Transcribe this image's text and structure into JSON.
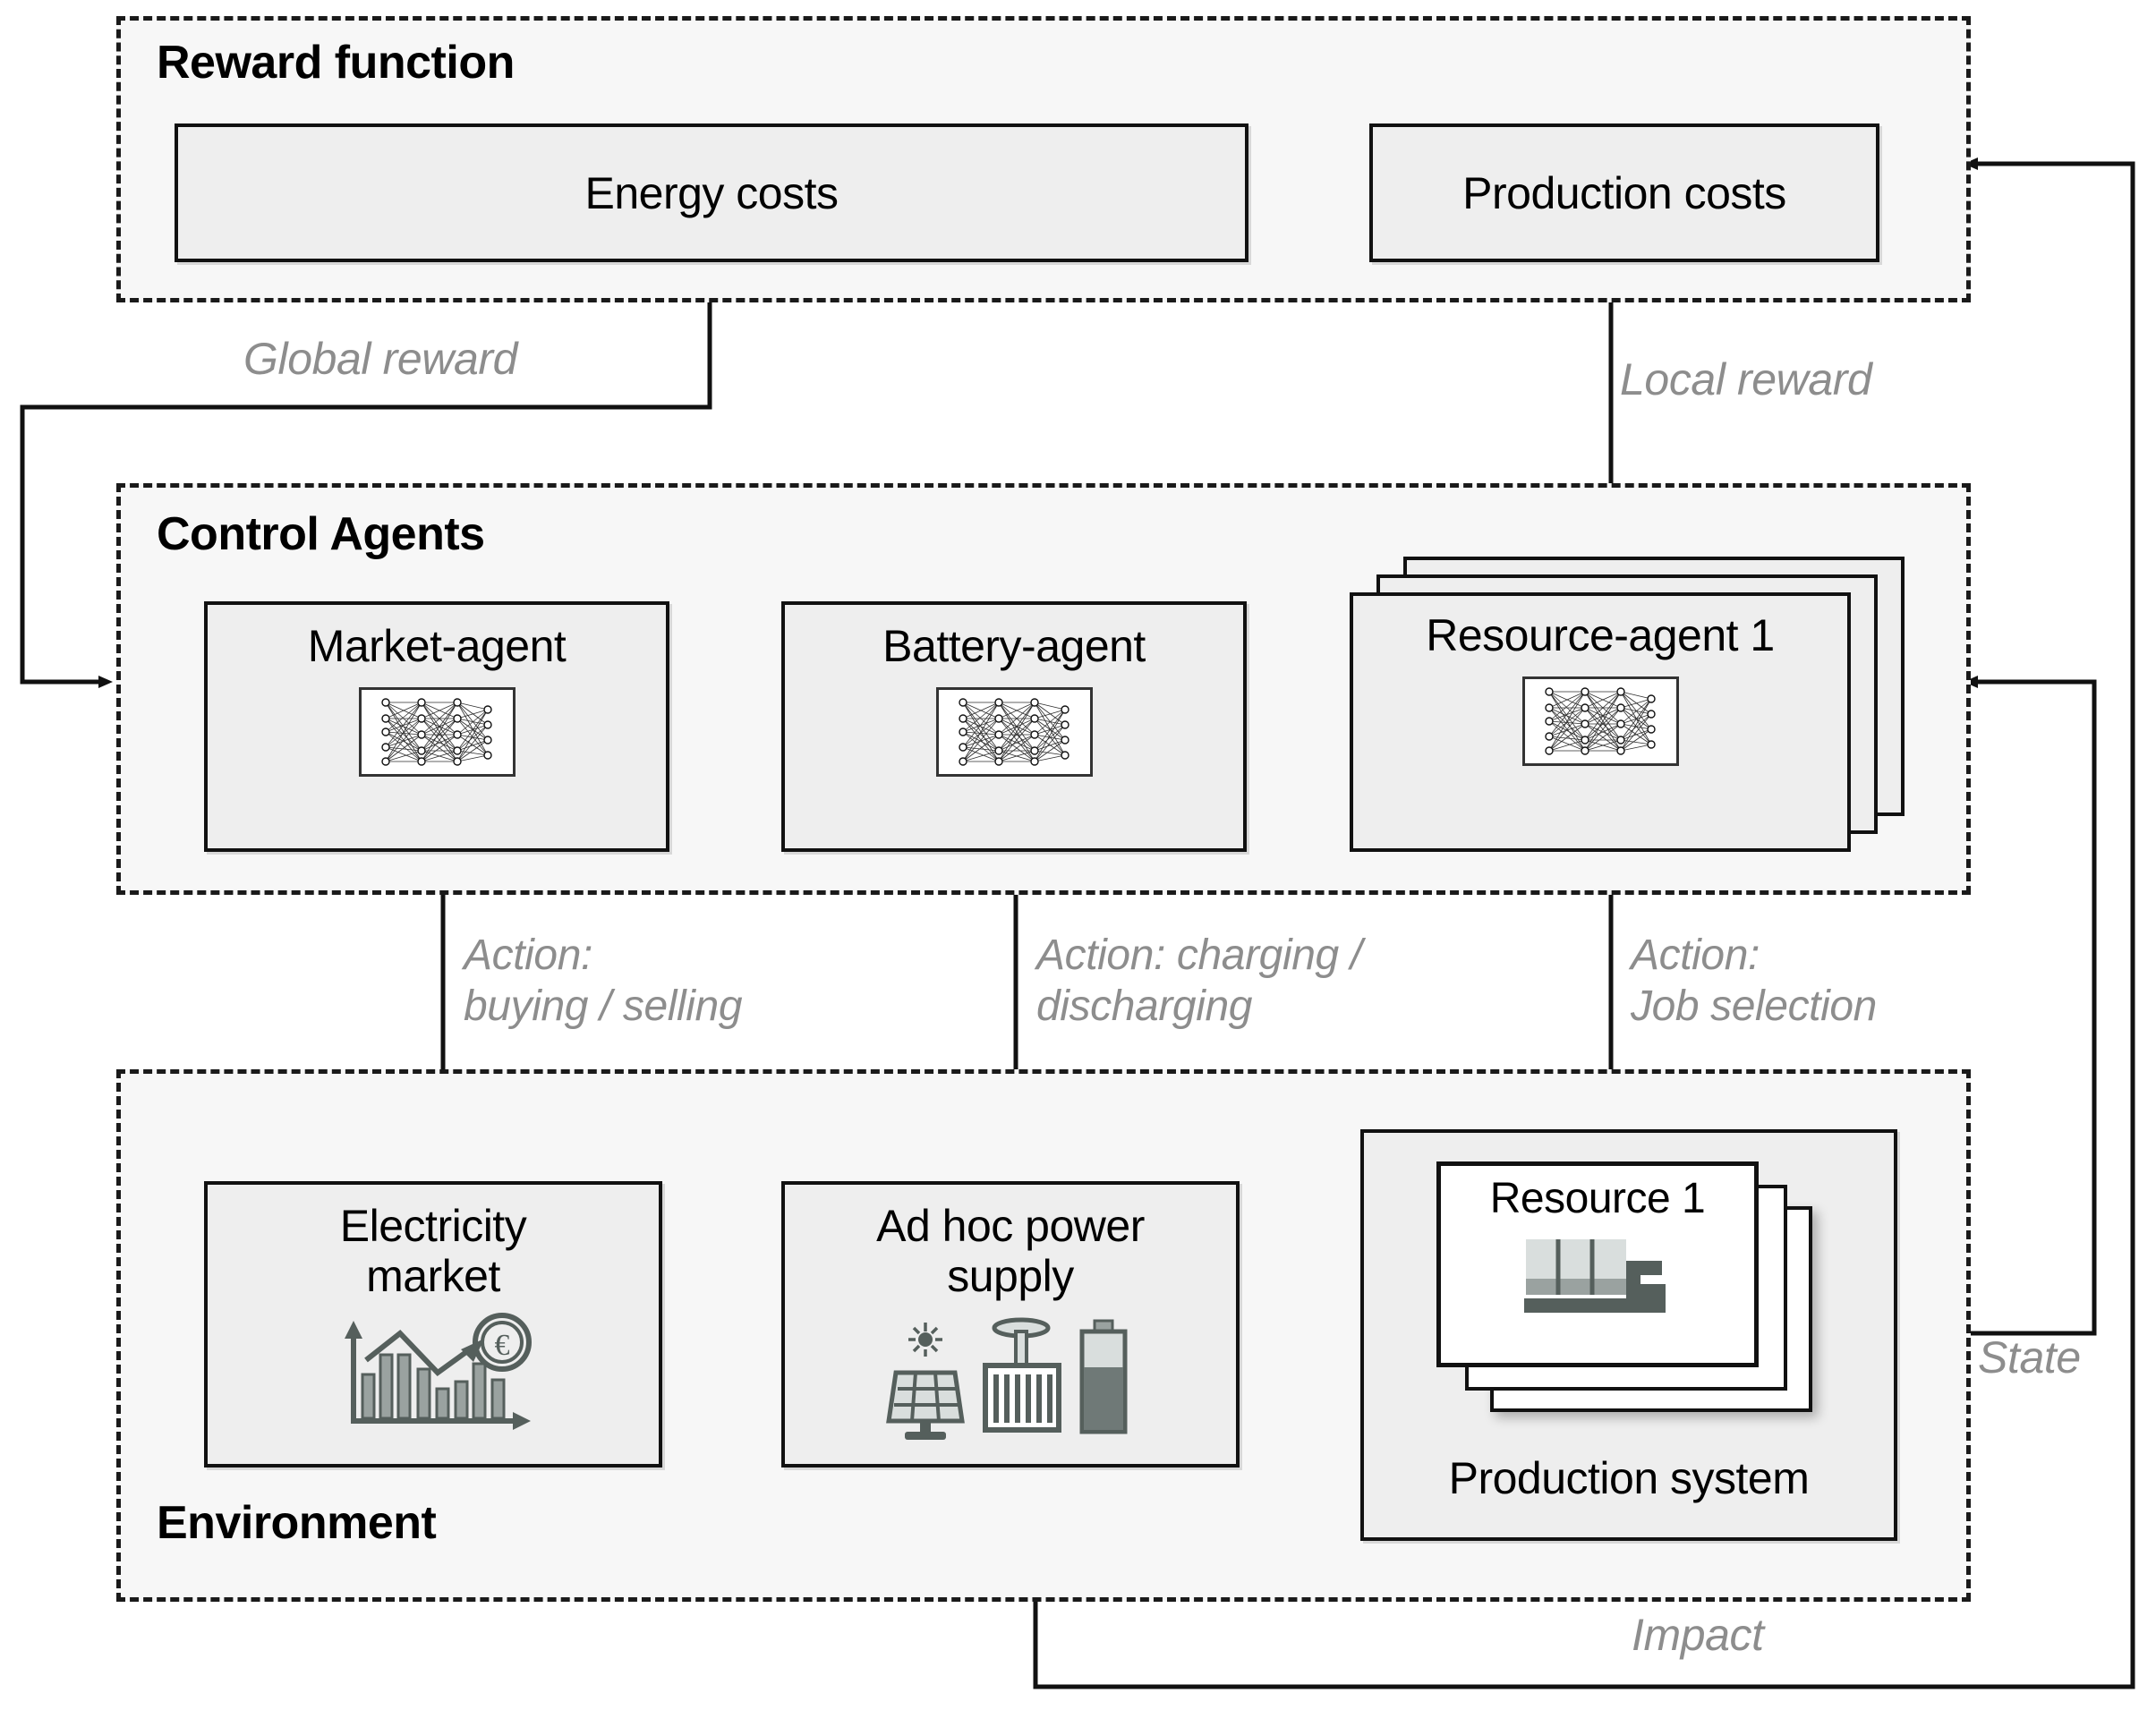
{
  "groups": {
    "reward_function": {
      "title": "Reward function"
    },
    "control_agents": {
      "title": "Control Agents"
    },
    "environment": {
      "title": "Environment"
    }
  },
  "reward_function": {
    "boxes": [
      {
        "label": "Energy costs",
        "icon": "none"
      },
      {
        "label": "Production costs",
        "icon": "none"
      }
    ]
  },
  "control_agents": {
    "boxes": [
      {
        "label": "Market-agent",
        "icon": "neural-network-icon"
      },
      {
        "label": "Battery-agent",
        "icon": "neural-network-icon"
      },
      {
        "label": "Resource-agent 1",
        "icon": "neural-network-icon",
        "stacked": true
      }
    ]
  },
  "environment": {
    "boxes": [
      {
        "label": "Electricity\nmarket",
        "icon": "market-price-chart-icon"
      },
      {
        "label": "Ad hoc power\nsupply",
        "icon": "solar-chp-battery-icon"
      }
    ],
    "production_system": {
      "label": "Production system",
      "resource": {
        "label": "Resource 1",
        "icon": "cnc-machine-icon",
        "stacked": true
      }
    }
  },
  "edges": [
    {
      "id": "global-reward",
      "label": "Global reward",
      "from": "Energy costs",
      "to": "Control Agents"
    },
    {
      "id": "local-reward",
      "label": "Local reward",
      "from": "Production costs",
      "to": "Resource-agent 1"
    },
    {
      "id": "action-market",
      "label": "Action:\nbuying / selling",
      "from": "Market-agent",
      "to": "Electricity market"
    },
    {
      "id": "action-battery",
      "label": "Action: charging /\ndischarging",
      "from": "Battery-agent",
      "to": "Ad hoc power supply"
    },
    {
      "id": "action-job",
      "label": "Action:\nJob selection",
      "from": "Resource-agent 1",
      "to": "Resource 1"
    },
    {
      "id": "state",
      "label": "State",
      "from": "Production system",
      "to": "Control Agents"
    },
    {
      "id": "impact",
      "label": "Impact",
      "from": "Environment",
      "to": "Reward function"
    }
  ],
  "colors": {
    "line": "#111111",
    "group_border": "#1a1a1a",
    "group_fill": "#f7f7f7",
    "box_fill": "#eeeeee",
    "edge_label": "#8d8d8d",
    "icon_dark": "#555f5c",
    "icon_mid": "#9aa2a0",
    "icon_light": "#d9dedd"
  }
}
